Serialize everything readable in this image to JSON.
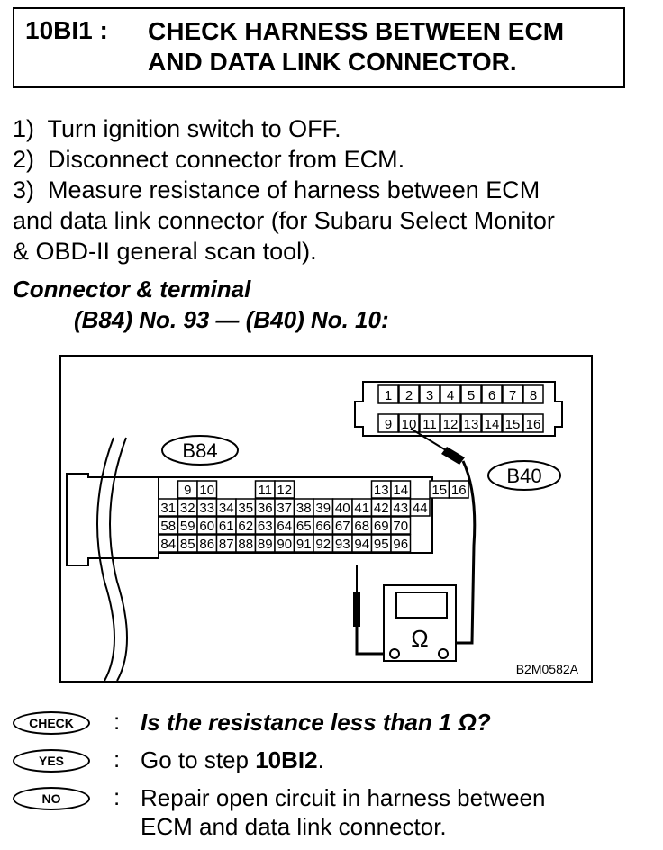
{
  "header": {
    "step_id": "10BI1 :",
    "title": "CHECK HARNESS BETWEEN ECM\nAND DATA LINK CONNECTOR."
  },
  "instructions": [
    "1)  Turn ignition switch to OFF.",
    "2)  Disconnect connector from ECM.",
    "3)  Measure resistance of harness between ECM",
    "and data link connector (for Subaru Select Monitor",
    "& OBD-II general scan tool)."
  ],
  "connector_terminal": {
    "heading": "Connector & terminal",
    "spec": "(B84) No. 93 — (B40) No. 10:"
  },
  "figure": {
    "ecm_label": "B84",
    "dlc_label": "B40",
    "figure_code": "B2M0582A",
    "meter_symbol": "Ω",
    "dlc_top_row": [
      "1",
      "2",
      "3",
      "4",
      "5",
      "6",
      "7",
      "8"
    ],
    "dlc_bottom_row": [
      "9",
      "10",
      "11",
      "12",
      "13",
      "14",
      "15",
      "16"
    ],
    "ecm_row0": [
      "9",
      "10",
      "11",
      "12",
      "13",
      "14",
      "15",
      "16"
    ],
    "ecm_row1": [
      "31",
      "32",
      "33",
      "34",
      "35",
      "36",
      "37",
      "38",
      "39",
      "40",
      "41",
      "42",
      "43",
      "44"
    ],
    "ecm_row2": [
      "58",
      "59",
      "60",
      "61",
      "62",
      "63",
      "64",
      "65",
      "66",
      "67",
      "68",
      "69",
      "70"
    ],
    "ecm_row3": [
      "84",
      "85",
      "86",
      "87",
      "88",
      "89",
      "90",
      "91",
      "92",
      "93",
      "94",
      "95",
      "96"
    ]
  },
  "qa": {
    "check_badge": "CHECK",
    "question": "Is the resistance less than 1 Ω?",
    "yes_badge": "YES",
    "yes_prefix": "Go to step ",
    "yes_step": "10BI2",
    "yes_suffix": ".",
    "no_badge": "NO",
    "no_text": "Repair open circuit in harness between\nECM and data link connector."
  }
}
